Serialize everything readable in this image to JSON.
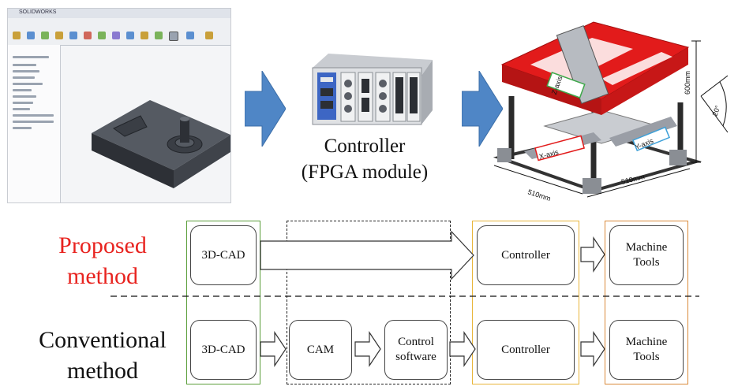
{
  "top": {
    "controller_caption_line1": "Controller",
    "controller_caption_line2": "(FPGA module)",
    "cad_app_title": "SOLIDWORKS",
    "machine_dims": {
      "height": "600mm",
      "width_left": "510mm",
      "width_right": "510mm",
      "angle": "20°",
      "z_axis": "Z-axis",
      "x_axis": "X-axis",
      "y_axis": "Y-axis"
    }
  },
  "proposed": {
    "label_line1": "Proposed",
    "label_line2": "method",
    "label_color": "#e8231f",
    "cad": "3D-CAD",
    "controller": "Controller",
    "machine_line1": "Machine",
    "machine_line2": "Tools"
  },
  "conventional": {
    "label_line1": "Conventional",
    "label_line2": "method",
    "cad": "3D-CAD",
    "cam": "CAM",
    "control_line1": "Control",
    "control_line2": "software",
    "controller": "Controller",
    "machine_line1": "Machine",
    "machine_line2": "Tools"
  },
  "colors": {
    "arrow_blue": "#4f86c6",
    "cad_group": "#5a9e3a",
    "controller_group": "#e8b53a",
    "machine_group": "#d98a3a",
    "machine_red": "#e21b1b"
  }
}
